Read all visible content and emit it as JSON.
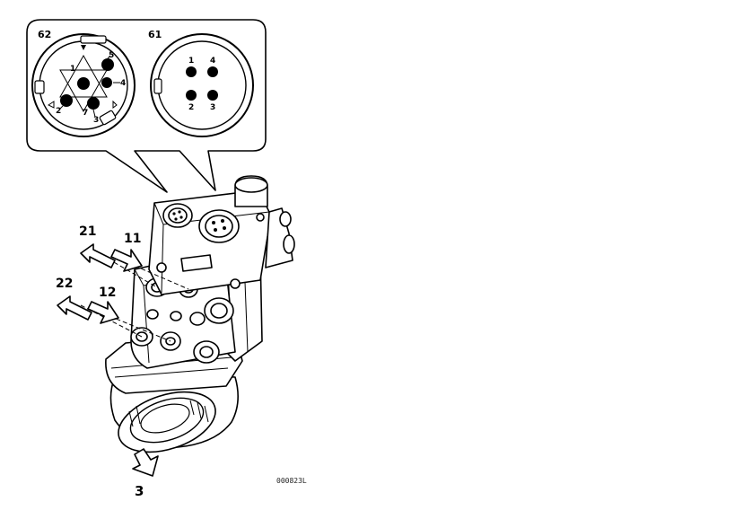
{
  "callout": {
    "connector_left_label": "62",
    "connector_right_label": "61",
    "left_pins": [
      "1",
      "2",
      "3",
      "4",
      "5",
      "7"
    ],
    "right_pins": [
      "1",
      "4",
      "2",
      "3"
    ]
  },
  "ports": {
    "p21": "21",
    "p11": "11",
    "p22": "22",
    "p12": "12",
    "p3": "3"
  },
  "figure_ref": "000823L"
}
